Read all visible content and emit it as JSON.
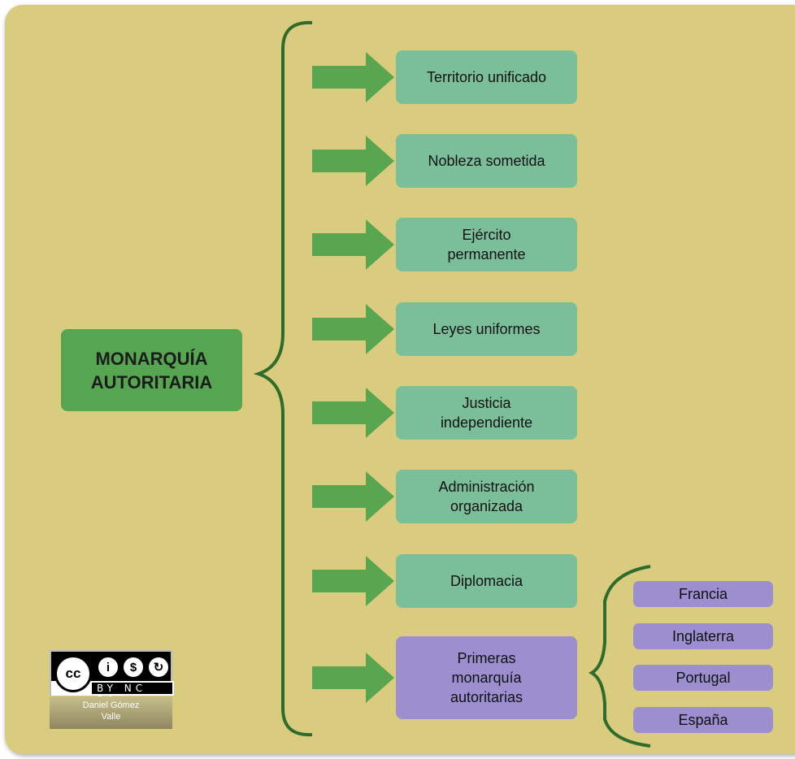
{
  "title": "MONARQUÍA\nAUTORITARIA",
  "characteristics": [
    "Territorio unificado",
    "Nobleza sometida",
    "Ejército\npermanente",
    "Leyes uniformes",
    "Justicia\nindependiente",
    "Administración\norganizada",
    "Diplomacia",
    "Primeras\nmonarquía\nautoritarias"
  ],
  "countries": [
    "Francia",
    "Inglaterra",
    "Portugal",
    "España"
  ],
  "license": {
    "badge_main": "cc",
    "badge_sub": "BY NC SA",
    "author": "Daniel Gómez\nValle"
  },
  "colors": {
    "board": "#d9cc7e",
    "main_box": "#56a551",
    "item_box": "#7bbf9a",
    "purple_box": "#9b8fcf",
    "arrow": "#5aa550",
    "brace": "#2f6b2c"
  }
}
